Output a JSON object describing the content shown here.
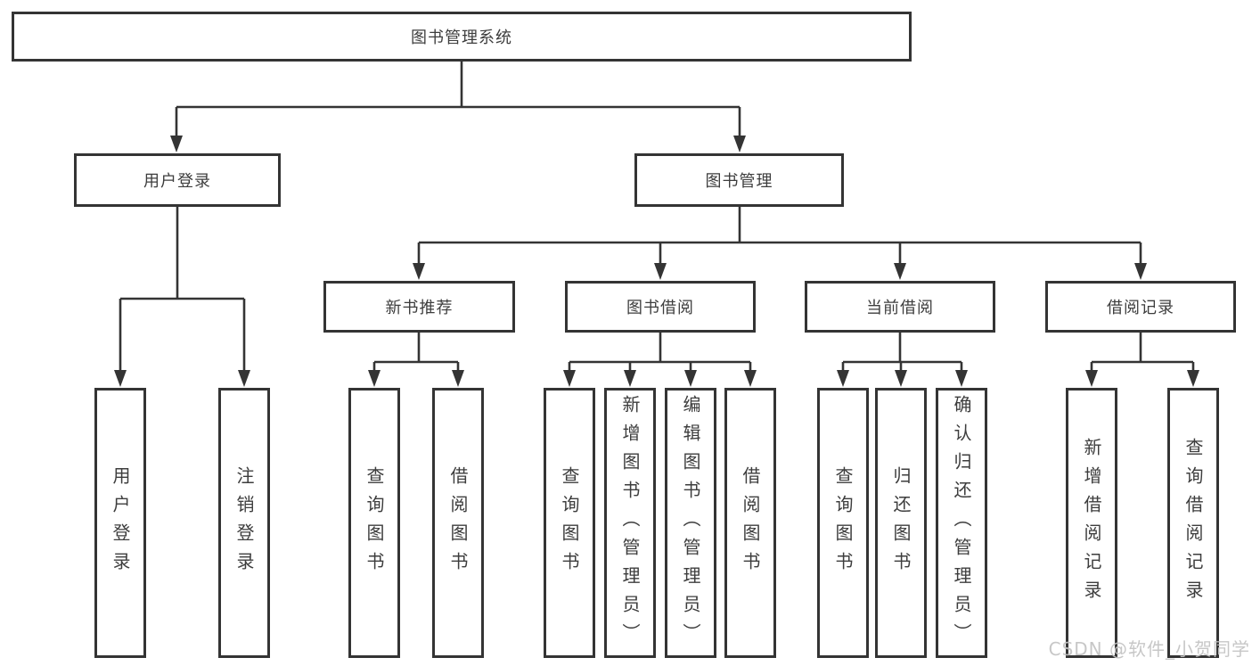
{
  "nodes": {
    "root": {
      "label": "图书管理系统"
    },
    "user_login": {
      "label": "用户登录"
    },
    "book_mgmt": {
      "label": "图书管理"
    },
    "new_book_rec": {
      "label": "新书推荐"
    },
    "book_borrow": {
      "label": "图书借阅"
    },
    "current_borrow": {
      "label": "当前借阅"
    },
    "borrow_records": {
      "label": "借阅记录"
    },
    "leaf_user_login": {
      "label": "用户登录"
    },
    "leaf_logout": {
      "label": "注销登录"
    },
    "leaf_nbr_query_book": {
      "label": "查询图书"
    },
    "leaf_nbr_borrow_book": {
      "label": "借阅图书"
    },
    "leaf_bb_query_book": {
      "label": "查询图书"
    },
    "leaf_bb_add_book": {
      "label": "新增图书（管理员）"
    },
    "leaf_bb_edit_book": {
      "label": "编辑图书（管理员）"
    },
    "leaf_bb_borrow_book": {
      "label": "借阅图书"
    },
    "leaf_cb_query_book": {
      "label": "查询图书"
    },
    "leaf_cb_return_book": {
      "label": "归还图书"
    },
    "leaf_cb_confirm_return": {
      "label": "确认归还（管理员）"
    },
    "leaf_br_add_record": {
      "label": "新增借阅记录"
    },
    "leaf_br_query_record": {
      "label": "查询借阅记录"
    }
  },
  "watermark": {
    "text": "CSDN @软件_小贺同学"
  },
  "colors": {
    "line": "#343434",
    "box_border": "#343434",
    "text": "#3d3d3d",
    "watermark": "#c3c3c3",
    "background": "#ffffff"
  }
}
